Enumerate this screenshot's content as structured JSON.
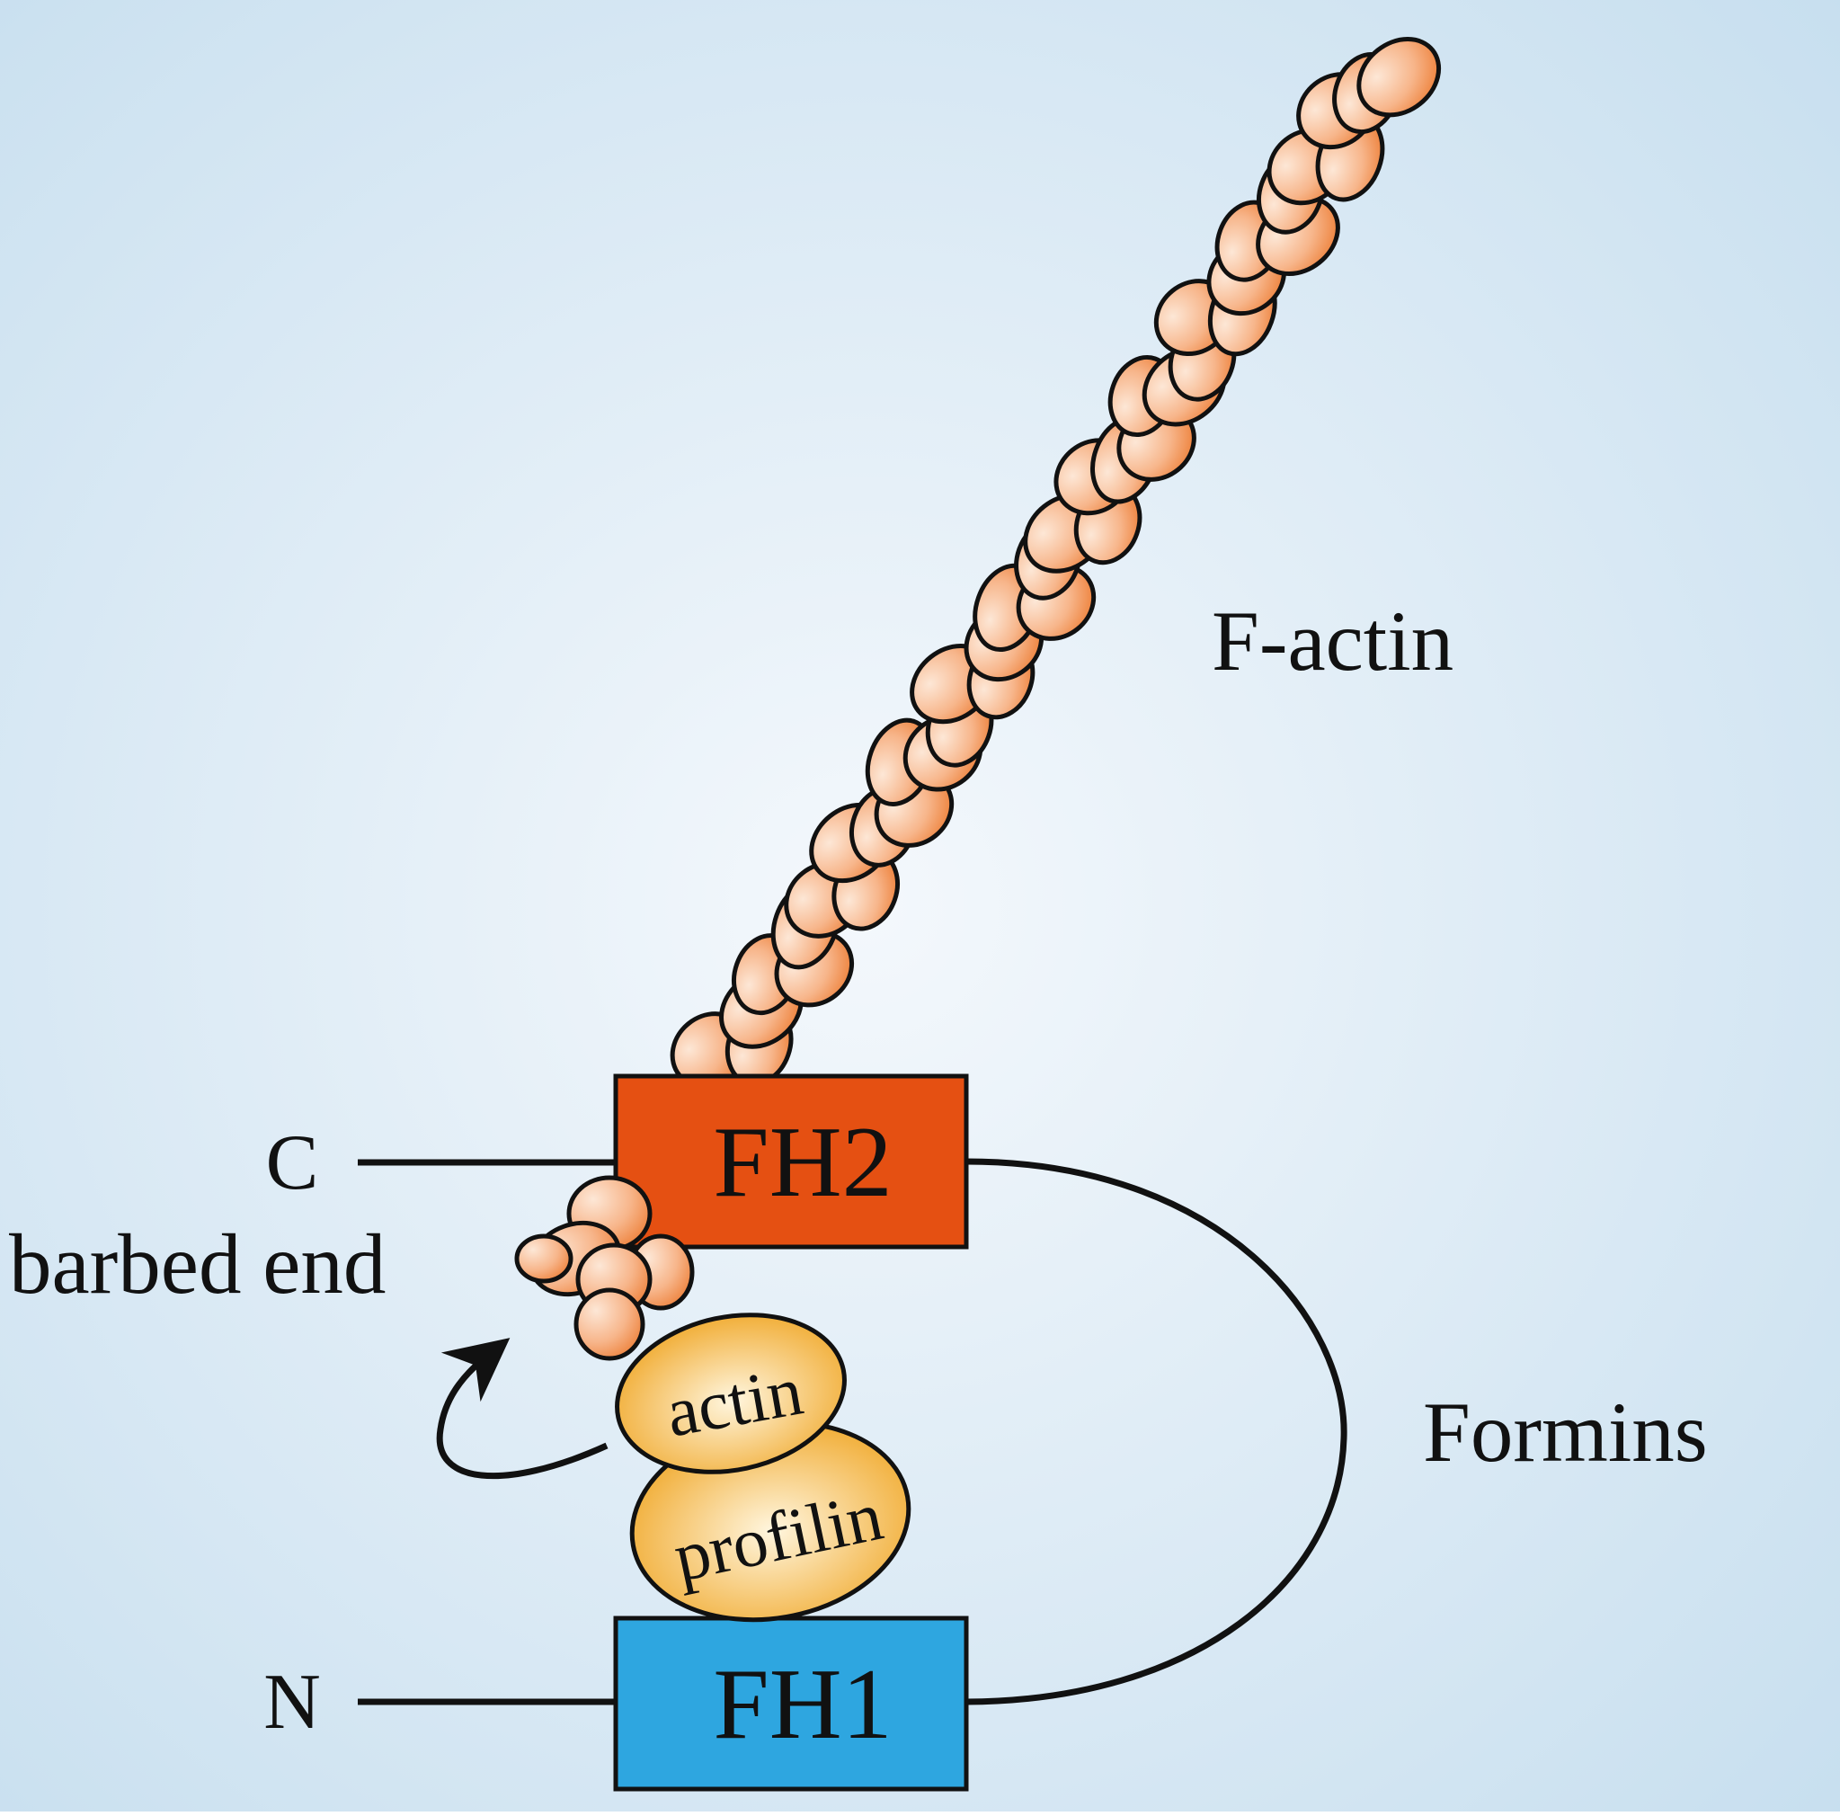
{
  "labels": {
    "f_actin": "F-actin",
    "formins": "Formins",
    "barbed_end": "barbed end",
    "c_terminus": "C",
    "n_terminus": "N"
  },
  "domains": {
    "fh2": "FH2",
    "fh1": "FH1"
  },
  "monomers": {
    "actin": "actin",
    "profilin": "profilin"
  },
  "colors": {
    "background_center": "#f4f8fc",
    "background_edge": "#c4ddee",
    "fh2_fill": "#e55012",
    "fh1_fill": "#2ea6e0",
    "filament_dark": "#ec7a30",
    "filament_light": "#fde7d6",
    "globular_dark": "#f0a82a",
    "globular_light": "#fff6df",
    "stroke": "#111111"
  }
}
